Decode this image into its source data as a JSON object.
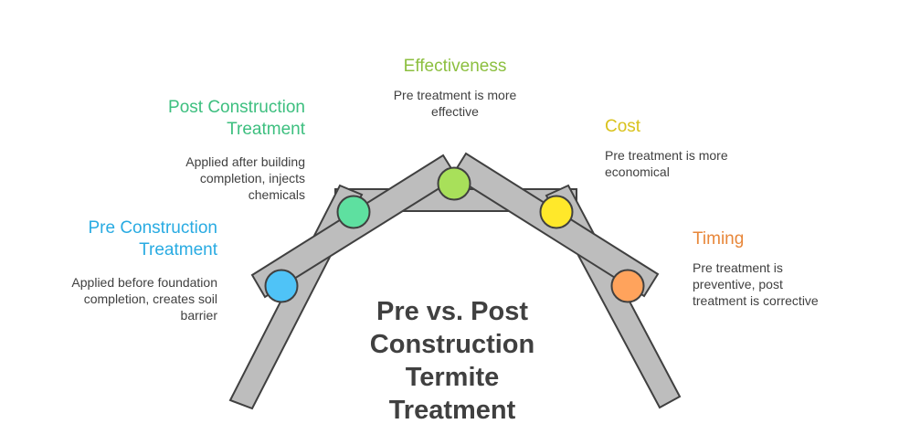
{
  "title": "Pre vs. Post Construction Termite Treatment",
  "items": [
    {
      "key": "pre",
      "title": "Pre Construction Treatment",
      "description": "Applied before foundation completion, creates soil barrier",
      "color": "#29abe2"
    },
    {
      "key": "post",
      "title": "Post Construction Treatment",
      "description": "Applied after building completion, injects chemicals",
      "color": "#3dbf7f"
    },
    {
      "key": "effectiveness",
      "title": "Effectiveness",
      "description": "Pre treatment is more effective",
      "color": "#8cbf3f"
    },
    {
      "key": "cost",
      "title": "Cost",
      "description": "Pre treatment is more economical",
      "color": "#d9c21c"
    },
    {
      "key": "timing",
      "title": "Timing",
      "description": "Pre treatment is preventive, post treatment is corrective",
      "color": "#e8873a"
    }
  ],
  "icons": {
    "node": "circle-node-icon"
  },
  "colors": {
    "frame_fill": "#bdbdbd",
    "frame_stroke": "#404040",
    "text": "#404040",
    "node_pre": "#4fc3f7",
    "node_post": "#5ee0a0",
    "node_effectiveness": "#a8e05a",
    "node_cost": "#ffe82a",
    "node_timing": "#ffa35c"
  }
}
